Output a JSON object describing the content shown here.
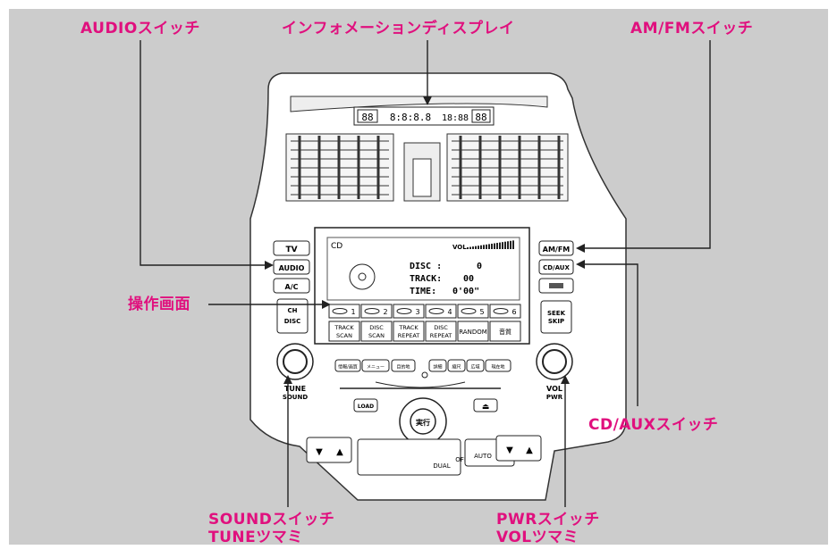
{
  "callouts": {
    "audio_switch": "AUDIOスイッチ",
    "info_display": "インフォメーションディスプレイ",
    "amfm_switch": "AM/FMスイッチ",
    "operation_screen": "操作画面",
    "cdaux_switch": "CD/AUXスイッチ",
    "sound_switch": "SOUNDスイッチ",
    "tune_knob": "TUNEツマミ",
    "pwr_switch": "PWRスイッチ",
    "vol_knob": "VOLツマミ"
  },
  "left_buttons": {
    "tv": "TV",
    "audio": "AUDIO",
    "ac": "A/C",
    "ch": "CH",
    "disc": "DISC"
  },
  "right_buttons": {
    "amfm": "AM/FM",
    "cdaux": "CD/AUX",
    "seek": "SEEK",
    "skip": "SKIP"
  },
  "screen": {
    "source": "CD",
    "vol": "VOL",
    "disc_label": "DISC :",
    "disc_value": "0",
    "track_label": "TRACK:",
    "track_value": "00",
    "time_label": "TIME:",
    "time_value": "0'00\""
  },
  "presets": [
    "1",
    "2",
    "3",
    "4",
    "5",
    "6"
  ],
  "softkeys": [
    {
      "line1": "TRACK",
      "line2": "SCAN"
    },
    {
      "line1": "DISC",
      "line2": "SCAN"
    },
    {
      "line1": "TRACK",
      "line2": "REPEAT"
    },
    {
      "line1": "DISC",
      "line2": "REPEAT"
    },
    {
      "line1": "RANDOM",
      "line2": ""
    },
    {
      "line1": "音質",
      "line2": ""
    }
  ],
  "nav_buttons": [
    "情報/画質",
    "メニュー",
    "目的地",
    "詳細",
    "縮尺",
    "広域",
    "現在地"
  ],
  "knob_labels": {
    "tune": "TUNE",
    "sound": "SOUND",
    "vol": "VOL",
    "pwr": "PWR"
  },
  "load": "LOAD",
  "enter": "実行",
  "climate": {
    "dual": "DUAL",
    "off": "OFF",
    "auto": "AUTO"
  },
  "info_display": {
    "digits_left": "88",
    "digits_mid": "8:8:8.8",
    "digits_time": "18:88",
    "digits_right": "88"
  }
}
